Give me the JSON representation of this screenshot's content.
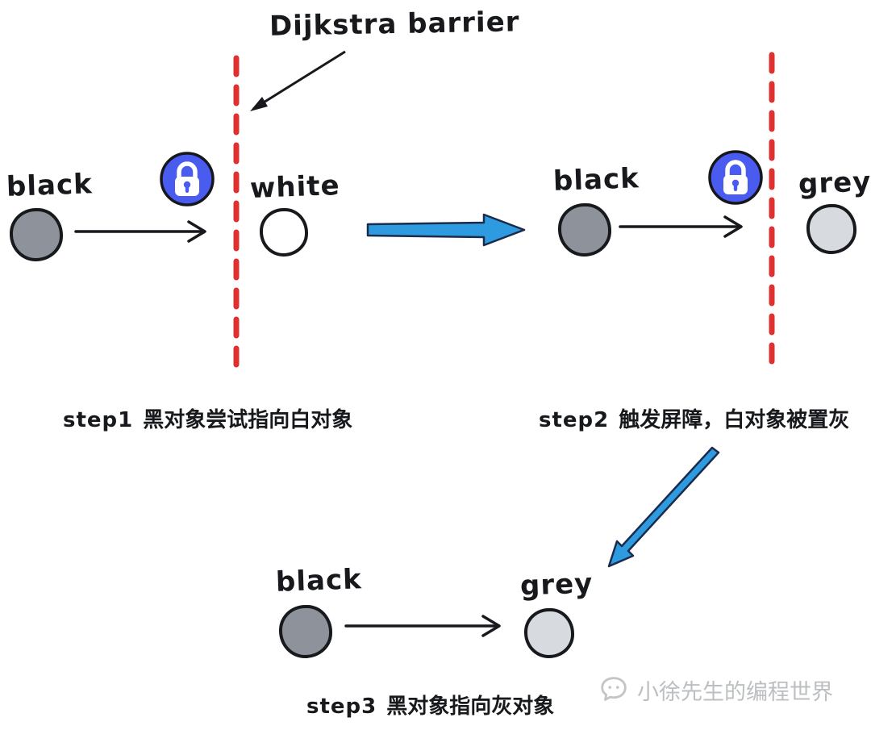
{
  "title": "Dijkstra barrier",
  "step1": {
    "source": "black",
    "target": "white",
    "step": "step1",
    "caption": "黑对象尝试指向白对象"
  },
  "step2": {
    "source": "black",
    "target": "grey",
    "step": "step2",
    "caption": "触发屏障，白对象被置灰"
  },
  "step3": {
    "source": "black",
    "target": "grey",
    "step": "step3",
    "caption": "黑对象指向灰对象"
  },
  "watermark": {
    "text": "小徐先生的编程世界"
  },
  "icons": {
    "barrier_trigger": "lock-icon",
    "watermark_logo": "chat-bubble-icon"
  },
  "colors": {
    "black_node_fill": "#8e939b",
    "white_node_fill": "#ffffff",
    "grey_node_fill": "#d7dbdf",
    "barrier": "#e03131",
    "big_arrow": "#2e9be0",
    "big_arrow_outline": "#1b2b4b",
    "lock_badge": "#4a5cf0",
    "ink": "#17191d",
    "watermark_text": "#bcbfc1"
  }
}
